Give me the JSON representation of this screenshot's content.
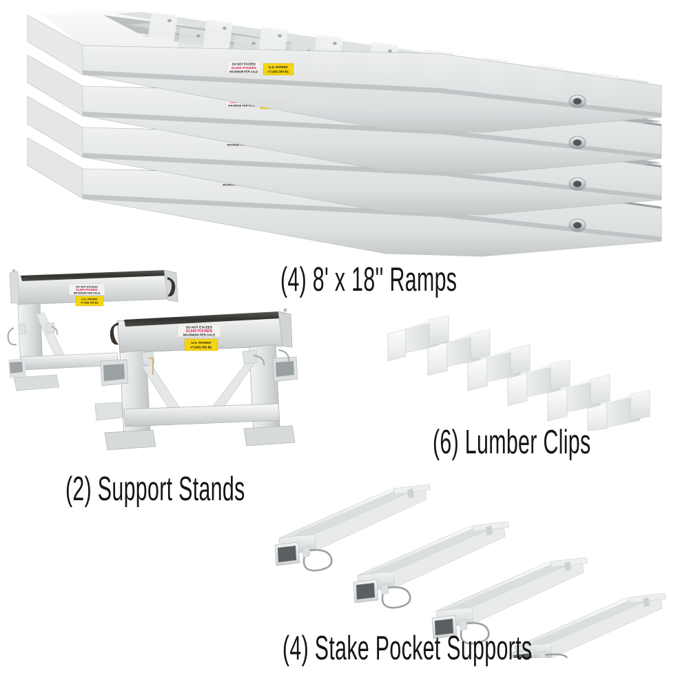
{
  "background_color": "#ffffff",
  "captions": {
    "ramps": "(4) 8' x 18'' Ramps",
    "support_stands": "(2) Support Stands",
    "lumber_clips": "(6) Lumber Clips",
    "stake_pocket_supports": "(4) Stake Pocket Supports"
  },
  "labels": {
    "warning": {
      "line1": "DO NOT EXCEED",
      "line2": "23,500 POUNDS",
      "line3": "MAXIMUM PER AXLE",
      "background_color": "#f4f2ef",
      "line2_color": "#d4145a"
    },
    "patent": {
      "line1": "U.S. PATENT",
      "line2": "#7,930,790 B1",
      "background_color": "#f5d412",
      "text_color": "#161616"
    }
  },
  "components": [
    {
      "name": "ramps",
      "quantity": 4,
      "description": "8' x 18'' Ramps"
    },
    {
      "name": "support-stands",
      "quantity": 2,
      "description": "Support Stands"
    },
    {
      "name": "lumber-clips",
      "quantity": 6,
      "description": "Lumber Clips"
    },
    {
      "name": "stake-pocket-supports",
      "quantity": 4,
      "description": "Stake Pocket Supports"
    }
  ],
  "palette": {
    "aluminum_light": "#f2f3f3",
    "aluminum_mid": "#d8dadb",
    "aluminum_dark": "#a9adaf",
    "aluminum_shadow": "#7e8285",
    "deep_shadow": "#5c6063",
    "rubber": "#3b3a38",
    "galvanized": "#c8cccd"
  }
}
